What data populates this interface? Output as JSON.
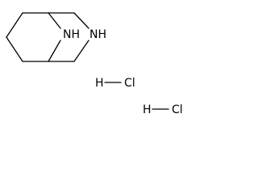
{
  "molecule": {
    "atoms": {
      "bridge_nitrogen": "NH",
      "ring_nitrogen": "NH"
    },
    "salts": [
      {
        "left": "H",
        "right": "Cl"
      },
      {
        "left": "H",
        "right": "Cl"
      }
    ]
  },
  "colors": {
    "bond": "#000000",
    "text": "#000000",
    "background": "#ffffff"
  }
}
